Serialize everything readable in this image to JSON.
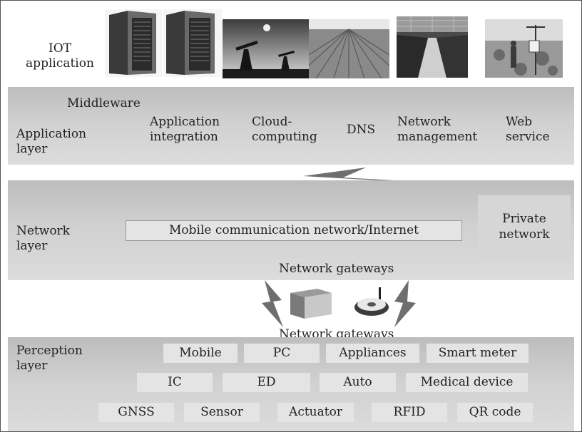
{
  "iot": {
    "label": "IOT\napplication"
  },
  "application_layer": {
    "label": "Application\nlayer",
    "middleware": "Middleware",
    "items": [
      "Application\nintegration",
      "Cloud-\ncomputing",
      "DNS",
      "Network\nmanagement",
      "Web\nservice"
    ]
  },
  "network_layer": {
    "label": "Network\nlayer",
    "mobile": "Mobile communication network/Internet",
    "private": "Private\nnetwork",
    "gateways_top": "Network gateways"
  },
  "gateways_bottom": "Network gateways",
  "perception_layer": {
    "label": "Perception\nlayer",
    "row1": [
      "Mobile",
      "PC",
      "Appliances",
      "Smart meter"
    ],
    "row2": [
      "IC",
      "ED",
      "Auto",
      "Medical device"
    ],
    "row3": [
      "GNSS",
      "Sensor",
      "Actuator",
      "RFID",
      "QR code"
    ]
  },
  "images": [
    "server-tower",
    "server-tower",
    "oil-pump-jack",
    "crop-field",
    "greenhouse",
    "weather-station"
  ],
  "colors": {
    "band": "#cccccc",
    "box": "#e4e4e4",
    "bolt": "#6e6e6e"
  }
}
